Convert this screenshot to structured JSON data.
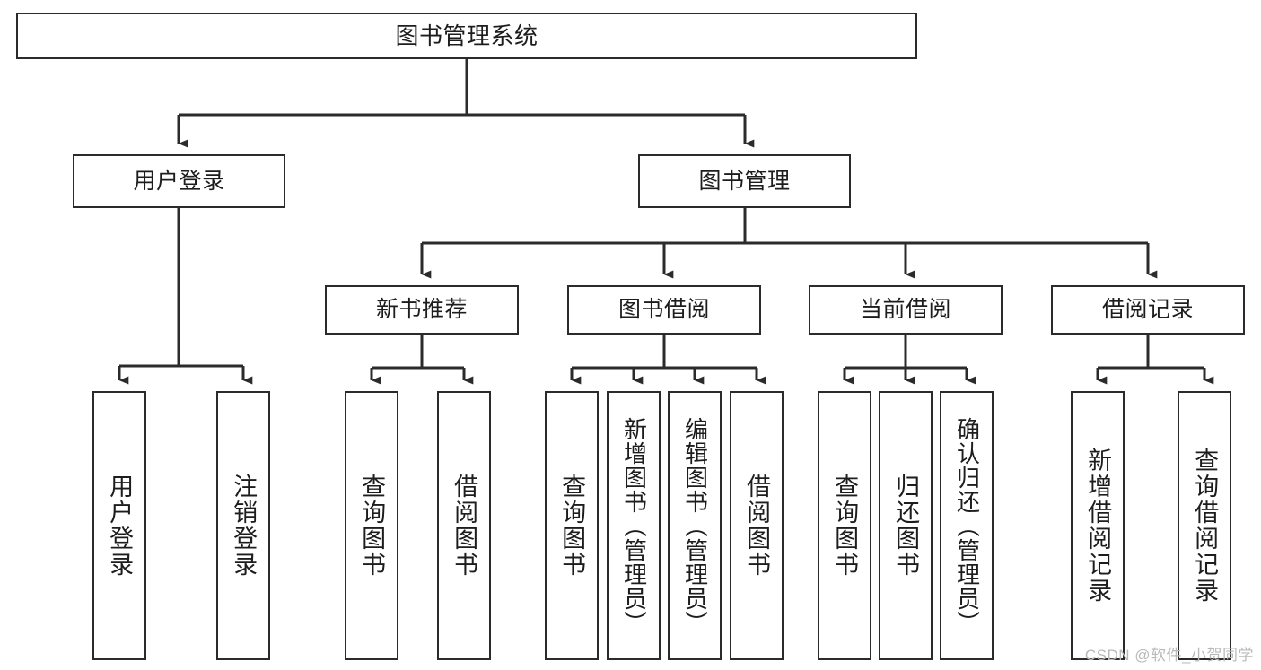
{
  "diagram": {
    "title": "图书管理系统",
    "type": "tree-hierarchy-diagram",
    "watermark": "CSDN @软件_小贺同学",
    "colors": {
      "box_border": "#2b2b2b",
      "box_fill": "#ffffff",
      "edge": "#2b2b2b",
      "text": "#1d1d1d",
      "watermark": "#b9b9b9",
      "background": "#ffffff"
    },
    "levels": {
      "root": {
        "label": "图书管理系统"
      },
      "level2": [
        {
          "id": "user-login",
          "label": "用户登录"
        },
        {
          "id": "book-management",
          "label": "图书管理"
        }
      ],
      "level3": [
        {
          "id": "new-book-recommend",
          "label": "新书推荐",
          "parent": "book-management"
        },
        {
          "id": "book-borrow",
          "label": "图书借阅",
          "parent": "book-management"
        },
        {
          "id": "current-borrow",
          "label": "当前借阅",
          "parent": "book-management"
        },
        {
          "id": "borrow-record",
          "label": "借阅记录",
          "parent": "book-management"
        }
      ],
      "leaves": [
        {
          "id": "leaf-user-login",
          "label": "用户登录",
          "parent": "user-login"
        },
        {
          "id": "leaf-logout-login",
          "label": "注销登录",
          "parent": "user-login"
        },
        {
          "id": "leaf-query-book-1",
          "label": "查询图书",
          "parent": "new-book-recommend"
        },
        {
          "id": "leaf-borrow-book-1",
          "label": "借阅图书",
          "parent": "new-book-recommend"
        },
        {
          "id": "leaf-query-book-2",
          "label": "查询图书",
          "parent": "book-borrow"
        },
        {
          "id": "leaf-add-book",
          "label": "新增图书（管理员）",
          "parent": "book-borrow"
        },
        {
          "id": "leaf-edit-book",
          "label": "编辑图书（管理员）",
          "parent": "book-borrow"
        },
        {
          "id": "leaf-borrow-book-2",
          "label": "借阅图书",
          "parent": "book-borrow"
        },
        {
          "id": "leaf-query-book-3",
          "label": "查询图书",
          "parent": "current-borrow"
        },
        {
          "id": "leaf-return-book",
          "label": "归还图书",
          "parent": "current-borrow"
        },
        {
          "id": "leaf-confirm-return",
          "label": "确认归还（管理员）",
          "parent": "current-borrow"
        },
        {
          "id": "leaf-add-record",
          "label": "新增借阅记录",
          "parent": "borrow-record"
        },
        {
          "id": "leaf-query-record",
          "label": "查询借阅记录",
          "parent": "borrow-record"
        }
      ]
    }
  }
}
